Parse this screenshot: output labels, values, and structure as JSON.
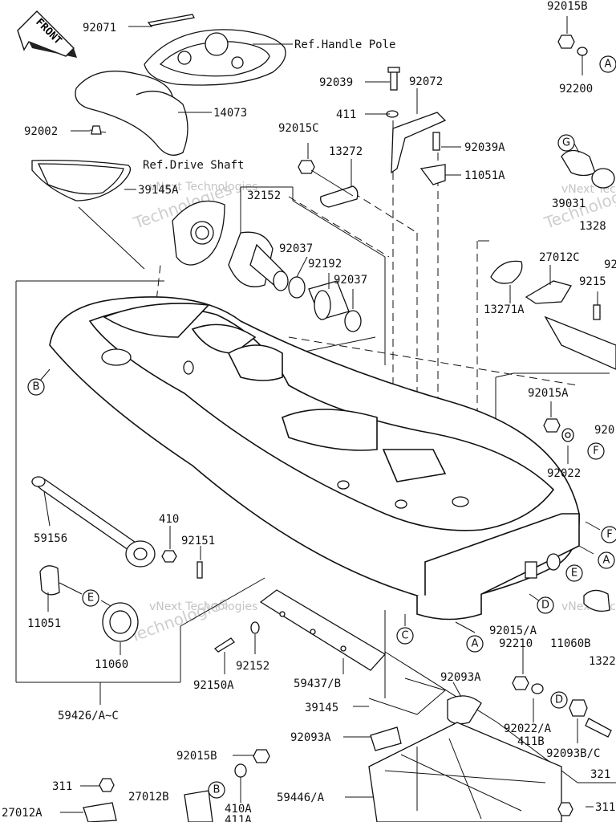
{
  "front_marker": "FRONT",
  "part_labels": {
    "p92071": "92071",
    "ref_handle_pole": "Ref.Handle Pole",
    "p14073": "14073",
    "p92002": "92002",
    "ref_drive_shaft": "Ref.Drive Shaft",
    "p39145a": "39145A",
    "p32152": "32152",
    "p92039": "92039",
    "p92072": "92072",
    "p411": "411",
    "p92015c": "92015C",
    "p13272": "13272",
    "p92039a": "92039A",
    "p11051a": "11051A",
    "p92015b_top": "92015B",
    "p92200": "92200",
    "p39031": "39031",
    "p1328": "1328",
    "p92037_a": "92037",
    "p92192": "92192",
    "p92037_b": "92037",
    "p27012c": "27012C",
    "p92_a": "92",
    "p9215": "9215",
    "p13271a": "13271A",
    "p92015a": "92015A",
    "p920": "920",
    "p92022": "92022",
    "p59156": "59156",
    "p410": "410",
    "p92151": "92151",
    "p11051": "11051",
    "p11060": "11060",
    "p92152": "92152",
    "p92150a": "92150A",
    "p59437b": "59437/B",
    "p92015a2": "92015/A",
    "p92210": "92210",
    "p11060b": "11060B",
    "p1322": "1322",
    "p92093a": "92093A",
    "p59426": "59426/A~C",
    "p39145": "39145",
    "p92093a_2": "92093A",
    "p92022a": "92022/A",
    "p411b": "411B",
    "p92093bc": "92093B/C",
    "p92015b_bot": "92015B",
    "p321": "321",
    "p311": "311",
    "p27012b": "27012B",
    "p59446a": "59446/A",
    "p410a": "410A",
    "p411a": "411A",
    "p27012a": "27012A",
    "p311_right": "311"
  },
  "callouts": {
    "A": "A",
    "B": "B",
    "C": "C",
    "D": "D",
    "E": "E",
    "F": "F",
    "G": "G"
  },
  "watermark": {
    "brand": "vNext Technologies",
    "brand_large": "Technologies"
  }
}
